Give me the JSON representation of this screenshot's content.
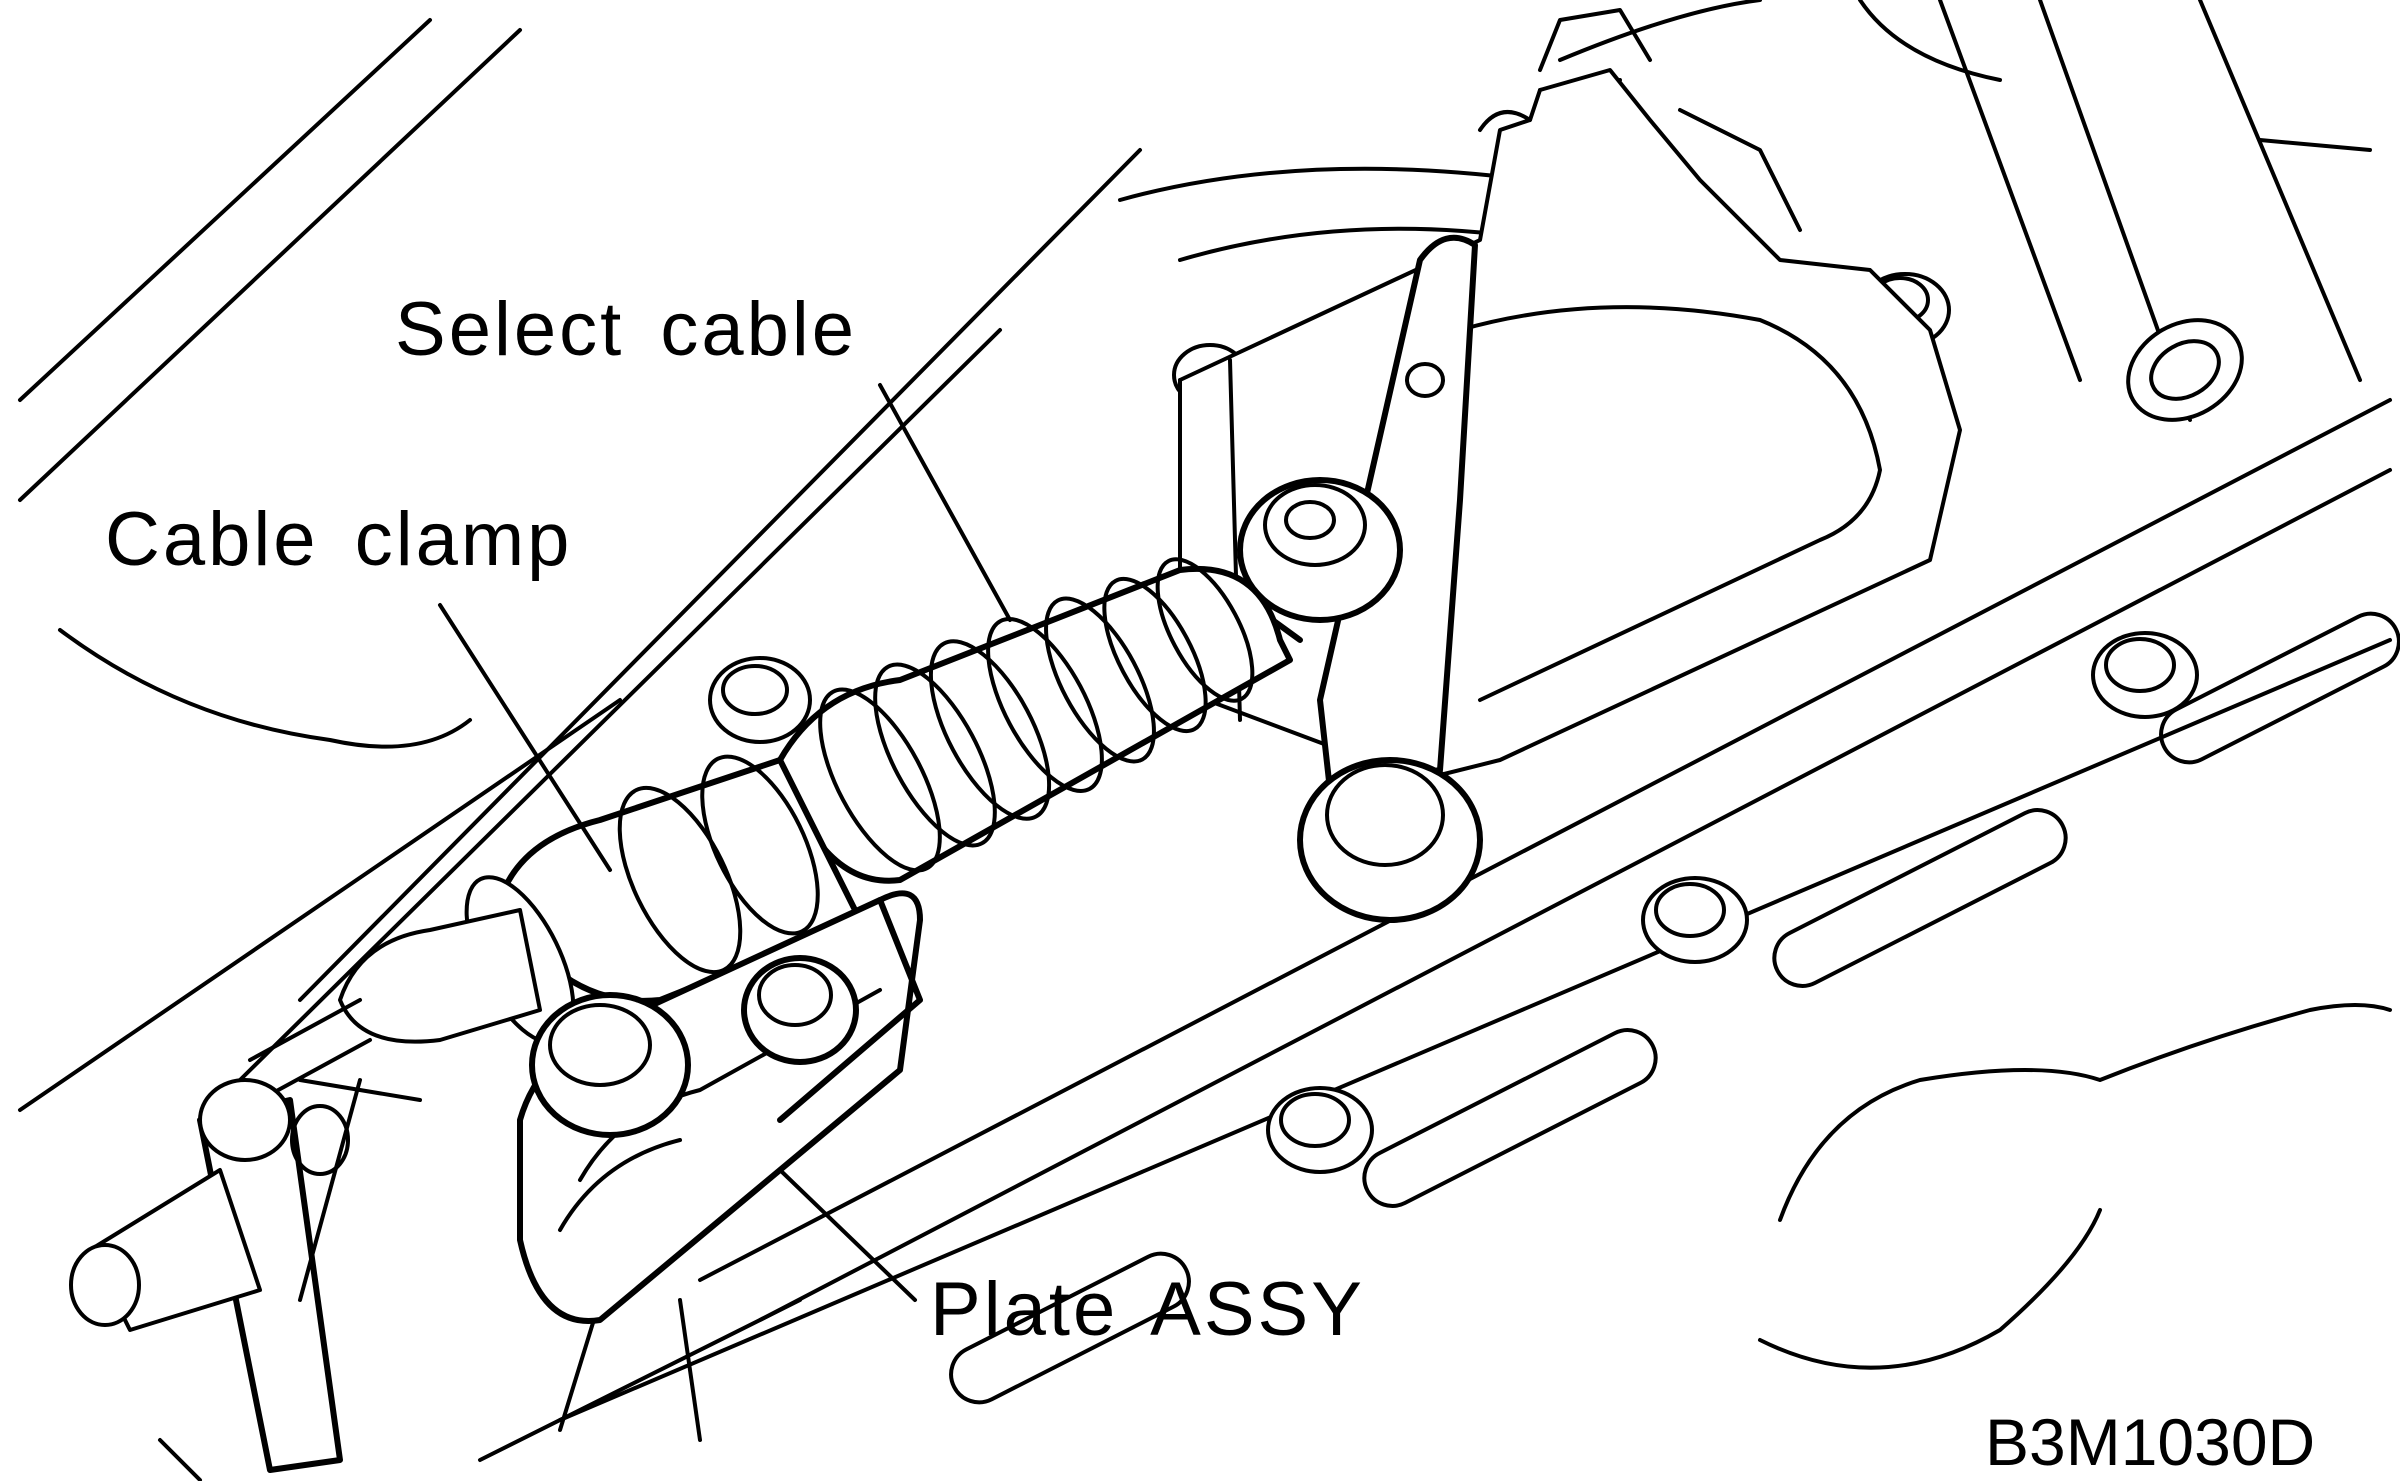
{
  "labels": {
    "select_cable": "Select cable",
    "cable_clamp": "Cable clamp",
    "plate_assy": "Plate ASSY"
  },
  "figure_code": "B3M1030D"
}
